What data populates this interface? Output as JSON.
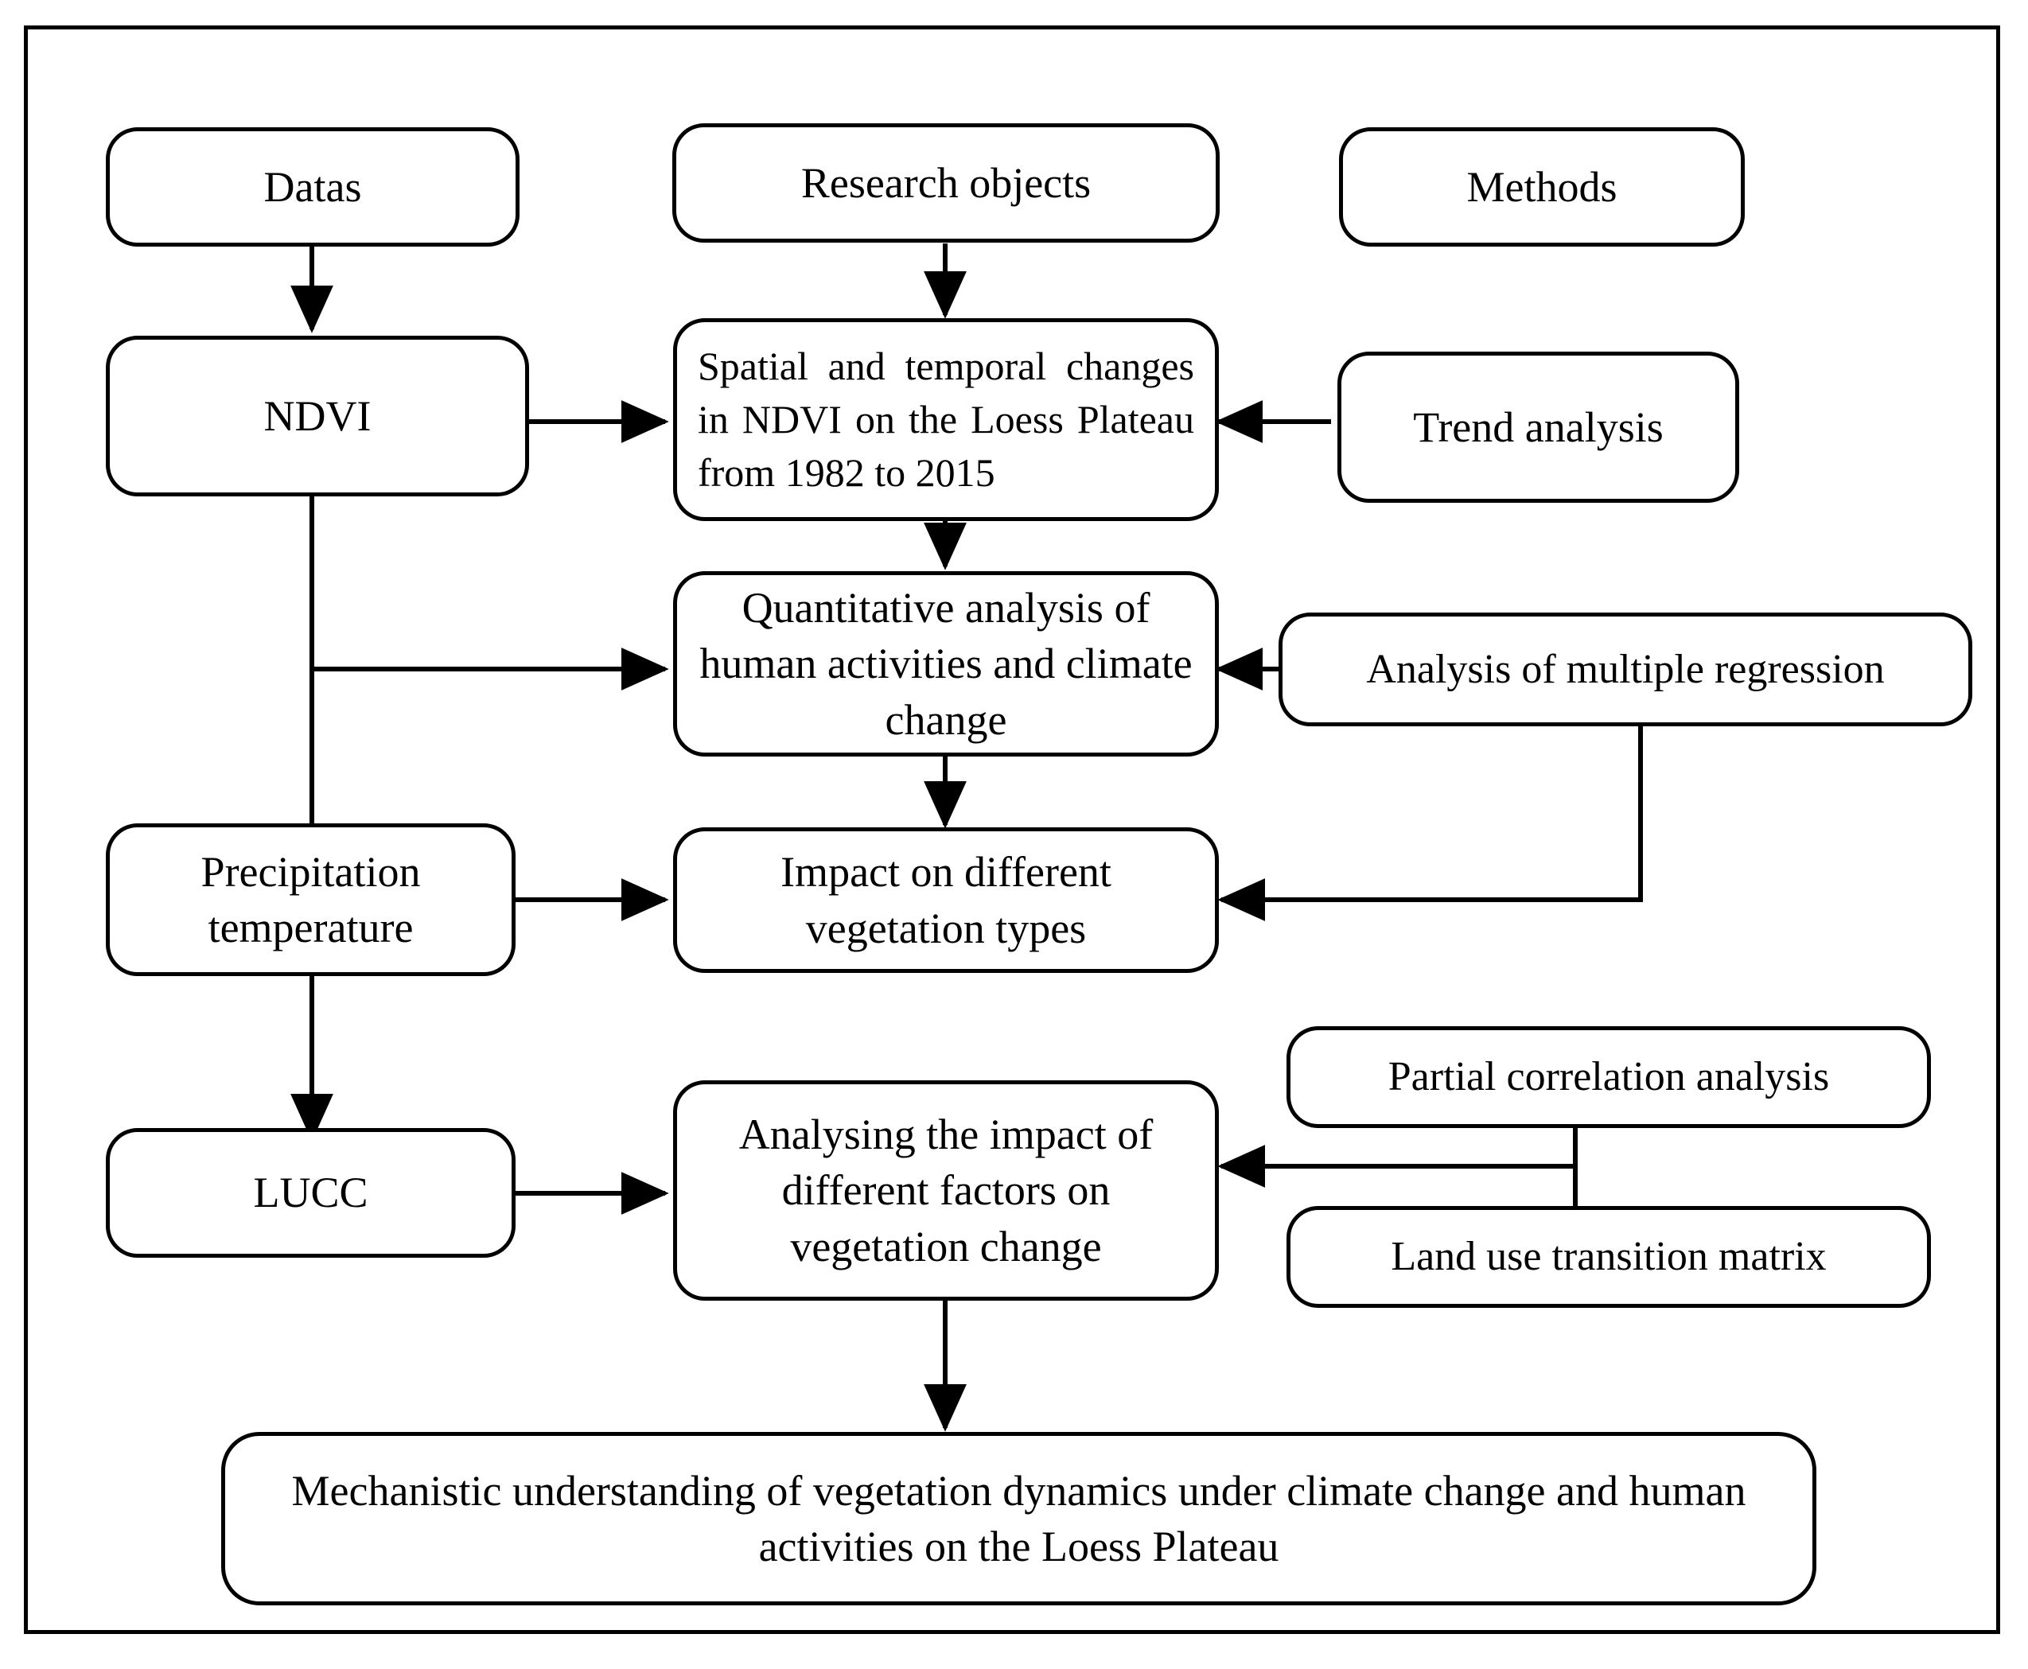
{
  "diagram": {
    "title": "Research framework flowchart",
    "colors": {
      "line": "#000000",
      "background": "#ffffff",
      "text": "#000000"
    },
    "columns": {
      "data_header": "Datas",
      "objects_header": "Research objects",
      "methods_header": "Methods"
    },
    "nodes": {
      "datas": "Datas",
      "research_objects": "Research objects",
      "methods": "Methods",
      "ndvi": "NDVI",
      "spatial_temporal": "Spatial and temporal changes in NDVI on the Loess Plateau from 1982 to 2015",
      "trend_analysis": "Trend analysis",
      "quantitative": "Quantitative analysis of human activities and climate change",
      "multiple_regression": "Analysis of multiple regression",
      "precipitation": "Precipitation temperature",
      "impact_vegetation": "Impact on different vegetation types",
      "lucc": "LUCC",
      "analysing_impact": "Analysing the impact of different factors on vegetation change",
      "partial_correlation": "Partial correlation analysis",
      "land_use_matrix": "Land use transition matrix",
      "conclusion": "Mechanistic understanding of vegetation dynamics under climate change and human activities on the Loess Plateau"
    },
    "edges": [
      {
        "from": "datas",
        "to": "ndvi",
        "type": "arrow-down"
      },
      {
        "from": "research_objects",
        "to": "spatial_temporal",
        "type": "arrow-down"
      },
      {
        "from": "ndvi",
        "to": "spatial_temporal",
        "type": "arrow-right"
      },
      {
        "from": "trend_analysis",
        "to": "spatial_temporal",
        "type": "arrow-left"
      },
      {
        "from": "spatial_temporal",
        "to": "quantitative",
        "type": "arrow-down"
      },
      {
        "from": "ndvi",
        "to": "quantitative",
        "type": "elbow-right"
      },
      {
        "from": "ndvi",
        "to": "precipitation",
        "type": "line-down"
      },
      {
        "from": "multiple_regression",
        "to": "quantitative",
        "type": "arrow-left"
      },
      {
        "from": "quantitative",
        "to": "impact_vegetation",
        "type": "arrow-down"
      },
      {
        "from": "precipitation",
        "to": "impact_vegetation",
        "type": "arrow-right"
      },
      {
        "from": "multiple_regression",
        "to": "impact_vegetation",
        "type": "elbow-left"
      },
      {
        "from": "precipitation",
        "to": "lucc",
        "type": "arrow-down"
      },
      {
        "from": "lucc",
        "to": "analysing_impact",
        "type": "arrow-right"
      },
      {
        "from": "partial_correlation",
        "to": "analysing_impact",
        "type": "elbow-left"
      },
      {
        "from": "land_use_matrix",
        "to": "analysing_impact",
        "type": "elbow-left"
      },
      {
        "from": "analysing_impact",
        "to": "conclusion",
        "type": "arrow-down"
      }
    ]
  }
}
